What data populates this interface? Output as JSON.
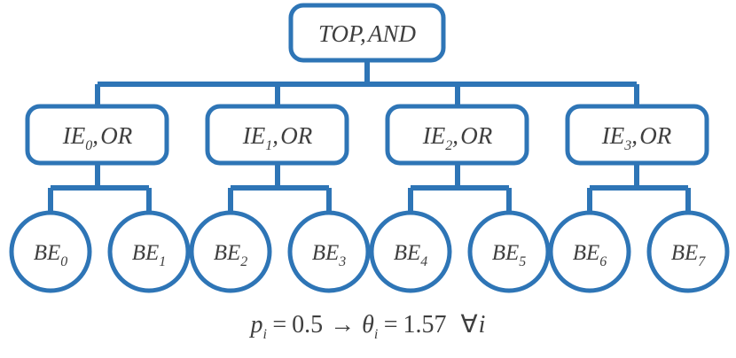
{
  "diagram": {
    "type": "fault-tree",
    "title_node": {
      "id": "TOP",
      "label": "TOP, AND",
      "name": "TOP",
      "gate": "AND"
    },
    "intermediate_events": [
      {
        "id": "IE0",
        "base": "IE",
        "index": "0",
        "gate": "OR",
        "label": "IE0, OR"
      },
      {
        "id": "IE1",
        "base": "IE",
        "index": "1",
        "gate": "OR",
        "label": "IE1, OR"
      },
      {
        "id": "IE2",
        "base": "IE",
        "index": "2",
        "gate": "OR",
        "label": "IE2, OR"
      },
      {
        "id": "IE3",
        "base": "IE",
        "index": "3",
        "gate": "OR",
        "label": "IE3, OR"
      }
    ],
    "basic_events": [
      {
        "id": "BE0",
        "base": "BE",
        "index": "0",
        "parent": "IE0"
      },
      {
        "id": "BE1",
        "base": "BE",
        "index": "1",
        "parent": "IE0"
      },
      {
        "id": "BE2",
        "base": "BE",
        "index": "2",
        "parent": "IE1"
      },
      {
        "id": "BE3",
        "base": "BE",
        "index": "3",
        "parent": "IE1"
      },
      {
        "id": "BE4",
        "base": "BE",
        "index": "4",
        "parent": "IE2"
      },
      {
        "id": "BE5",
        "base": "BE",
        "index": "5",
        "parent": "IE2"
      },
      {
        "id": "BE6",
        "base": "BE",
        "index": "6",
        "parent": "IE3"
      },
      {
        "id": "BE7",
        "base": "BE",
        "index": "7",
        "parent": "IE3"
      }
    ],
    "caption": {
      "full": "p_i = 0.5 -> theta_i = 1.57  for all i",
      "p_symbol": "p",
      "p_sub": "i",
      "eq1": "=",
      "p_value": "0.5",
      "arrow": "→",
      "theta_symbol": "θ",
      "theta_sub": "i",
      "eq2": "=",
      "theta_value": "1.57",
      "forall": "∀",
      "forall_index": "i"
    },
    "colors": {
      "edge": "#2E75B6",
      "node_stroke": "#2E75B6",
      "node_fill": "#ffffff",
      "text": "#3f3f3f",
      "background": "#ffffff"
    }
  }
}
